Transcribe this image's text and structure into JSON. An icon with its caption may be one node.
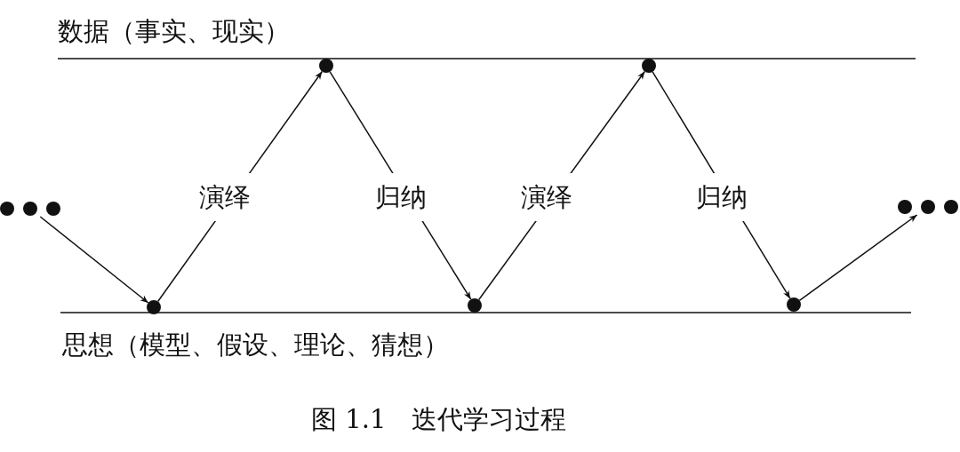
{
  "diagram": {
    "caption": "图 1.1　迭代学习过程",
    "nodes": [
      {
        "text": [],
        "shape": "dots"
      },
      {
        "text": [],
        "shape": "circle"
      },
      {
        "text": [],
        "shape": "circle"
      },
      {
        "text": [],
        "shape": "circle"
      },
      {
        "text": [],
        "shape": "circle"
      },
      {
        "text": [],
        "shape": "circle"
      },
      {
        "text": [],
        "shape": "dots"
      }
    ],
    "edges": [
      {
        "from": 0,
        "to": 1,
        "arrow": "to"
      },
      {
        "from": 1,
        "to": 2,
        "arrow": "to",
        "label": "演绎"
      },
      {
        "from": 2,
        "to": 3,
        "arrow": "to",
        "label": "归纳"
      },
      {
        "from": 3,
        "to": 4,
        "arrow": "to",
        "label": "演绎"
      },
      {
        "from": 4,
        "to": 5,
        "arrow": "to",
        "label": "归纳"
      },
      {
        "from": 5,
        "to": 6,
        "arrow": "to"
      }
    ],
    "labels": [
      "数据（事实、现实）",
      "思想（模型、假设、理论、猜想）"
    ]
  }
}
